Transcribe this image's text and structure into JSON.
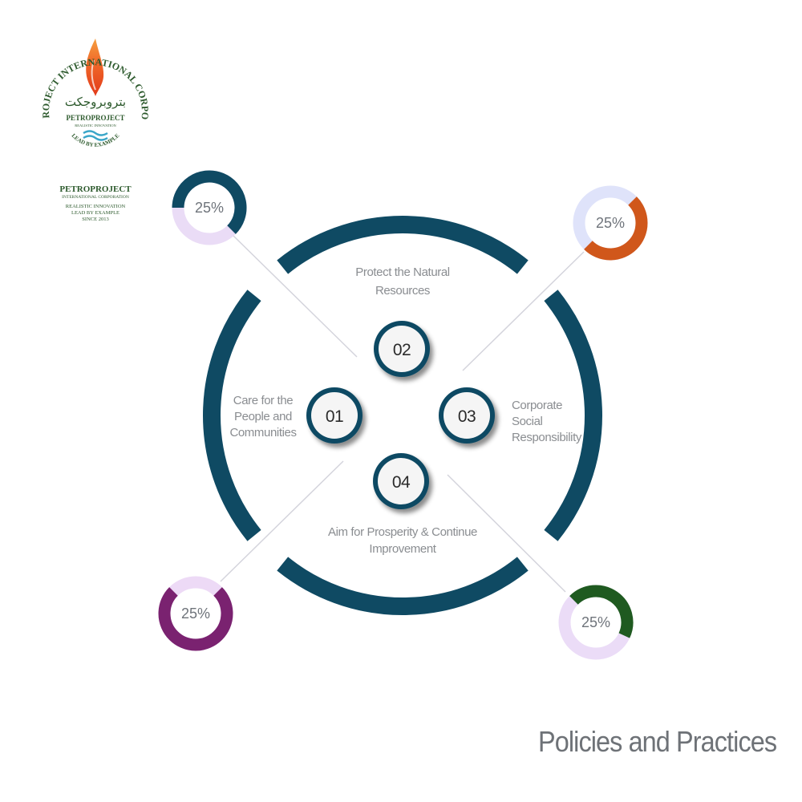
{
  "title": "Policies and Practices",
  "logo": {
    "ring_text_top": "PETROPROJECT INTERNATIONAL CORPORATION",
    "arabic": "بتروبروجكت",
    "name": "PETROPROJECT",
    "sub": "REALISTIC INNOVATION",
    "motto_arc": "LEAD BY EXAMPLE",
    "caption_name": "PETROPROJECT",
    "caption_corp": "INTERNATIONAL CORPORATION",
    "caption_line1": "REALISTIC INNOVATION",
    "caption_line2": "LEAD BY EXAMPLE",
    "caption_line3": "SINCE 2013"
  },
  "colors": {
    "ring": "#0f4a63",
    "connector": "#d4d4dc"
  },
  "items": [
    {
      "number": "01",
      "label_lines": [
        "Care for the",
        "People and",
        "Communities"
      ]
    },
    {
      "number": "02",
      "label_lines": [
        "Protect the Natural",
        "Resources"
      ]
    },
    {
      "number": "03",
      "label_lines": [
        "Corporate",
        "Social",
        "Responsibility"
      ]
    },
    {
      "number": "04",
      "label_lines": [
        "Aim for Prosperity  & Continue",
        "Improvement"
      ]
    }
  ],
  "donuts": [
    {
      "position": "top-left",
      "label": "25%",
      "color": "#0f4a63",
      "track": "#eadcf6"
    },
    {
      "position": "top-right",
      "label": "25%",
      "color": "#d0571b",
      "track": "#dfe3fa"
    },
    {
      "position": "bottom-left",
      "label": "25%",
      "color": "#7a2270",
      "track": "#eddaf6"
    },
    {
      "position": "bottom-right",
      "label": "25%",
      "color": "#1f5a20",
      "track": "#ebdcf7"
    }
  ]
}
